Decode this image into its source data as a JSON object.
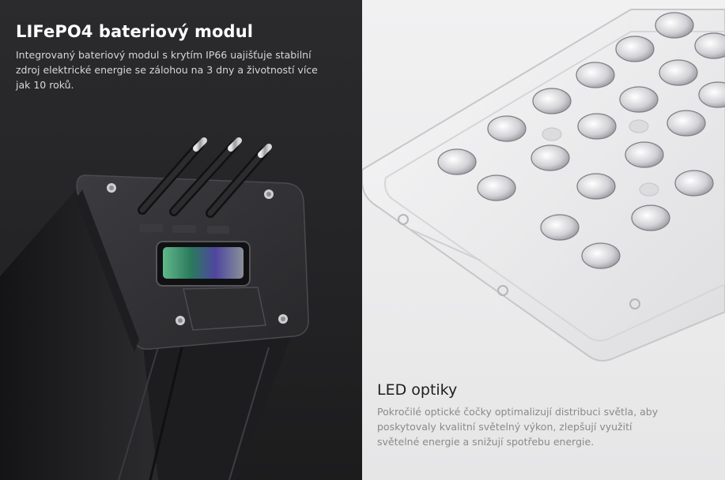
{
  "battery": {
    "title": "LIFePO4 bateriový modul",
    "description": "Integrovaný bateriový modul s krytím IP66 uajišťuje stabilní zdroj elektrické energie se zálohou na 3 dny a životností více jak 10 roků.",
    "image_label": "battery-module-photo"
  },
  "optics": {
    "title": "LED optiky",
    "description": "Pokročilé optické čočky optimalizují distribuci světla, aby poskytovaly kvalitní světelný výkon, zlepšují využití světelné energie a snižují spotřebu energie.",
    "image_label": "led-optics-photo"
  }
}
